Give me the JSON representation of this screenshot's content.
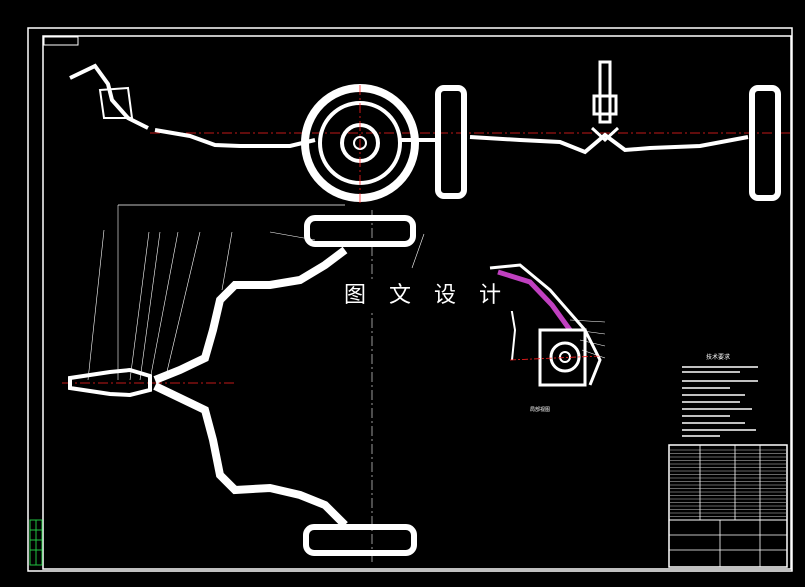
{
  "drawing": {
    "watermark_text": "图 文 设 计",
    "notes_title": "技术要求",
    "view_label": "局部视图",
    "colors": {
      "background": "#000000",
      "lines": "#ffffff",
      "centerline": "#ff2020",
      "highlight": "#c040c0",
      "stamp": "#20c040"
    }
  }
}
